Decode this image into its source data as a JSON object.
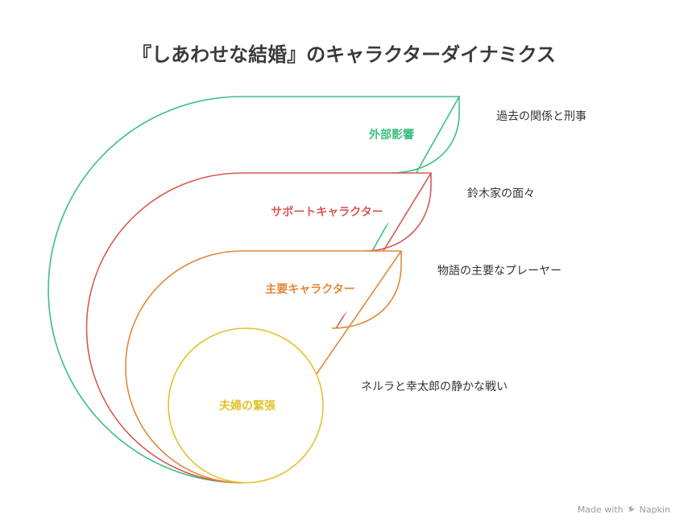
{
  "title": "『しあわせな結婚』のキャラクターダイナミクス",
  "layers": [
    {
      "label": "外部影響",
      "description": "過去の関係と刑事",
      "color": "#3dbf82"
    },
    {
      "label": "サポートキャラクター",
      "description": "鈴木家の面々",
      "color": "#d65a55"
    },
    {
      "label": "主要キャラクター",
      "description": "物語の主要なプレーヤー",
      "color": "#e0893a"
    },
    {
      "label": "夫婦の緊張",
      "description": "ネルラと幸太郎の静かな戦い",
      "color": "#e2c22a"
    }
  ],
  "watermark": {
    "made_with": "Made with",
    "brand": "Napkin",
    "icon": "napkin-logo-icon"
  }
}
